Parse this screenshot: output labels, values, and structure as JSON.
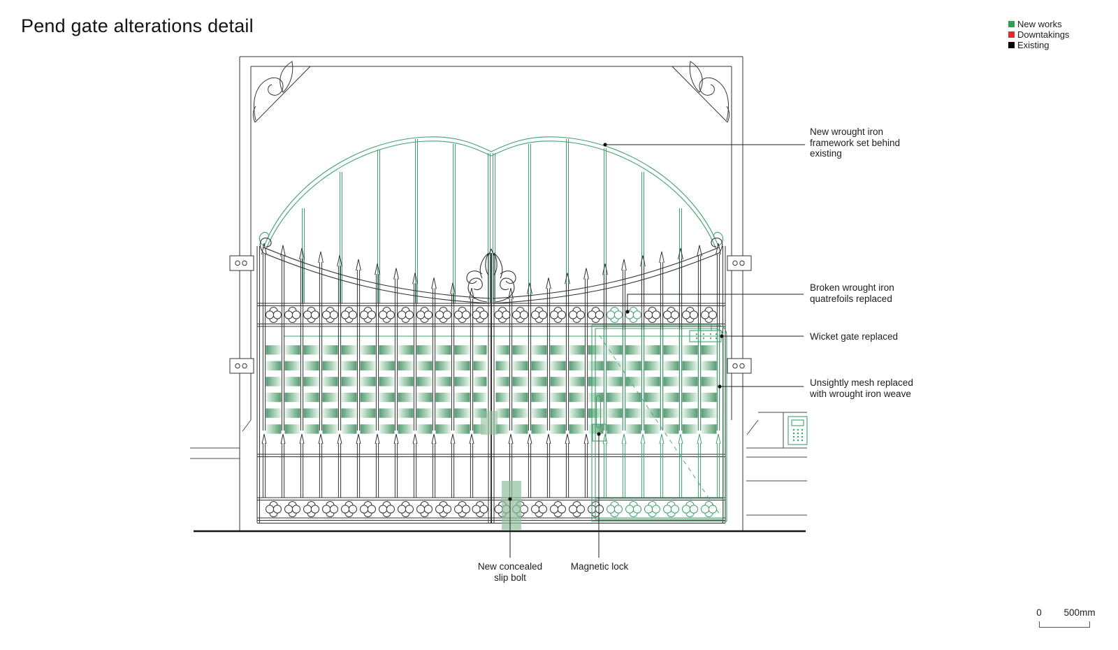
{
  "title": "Pend gate alterations detail",
  "legend": {
    "items": [
      {
        "label": "New works",
        "color": "#2f9e52"
      },
      {
        "label": "Downtakings",
        "color": "#e8282d"
      },
      {
        "label": "Existing",
        "color": "#000000"
      }
    ]
  },
  "annotations": {
    "framework": {
      "lines": [
        "New wrought iron",
        "framework set behind",
        "existing"
      ]
    },
    "quatrefoils": {
      "lines": [
        "Broken wrought iron",
        "quatrefoils replaced"
      ]
    },
    "wicket": {
      "lines": [
        "Wicket gate replaced"
      ]
    },
    "mesh": {
      "lines": [
        "Unsightly mesh replaced",
        "with wrought iron weave"
      ]
    },
    "slip_bolt": {
      "lines": [
        "New concealed",
        "slip bolt"
      ]
    },
    "magnetic_lock": {
      "lines": [
        "Magnetic lock"
      ]
    }
  },
  "scale_bar": {
    "start_label": "0",
    "end_label": "500mm"
  },
  "drawing_colors": {
    "new_works": "#3fa06e",
    "existing_line": "#333333",
    "wall_line": "#4a4a4a",
    "leader_line": "#222222",
    "mesh_light": "#e9f3ec",
    "mesh_mid": "#9ccbad",
    "mesh_dark": "#4a9168",
    "shade_fill": "#92bf9f",
    "ground": "#151515"
  }
}
